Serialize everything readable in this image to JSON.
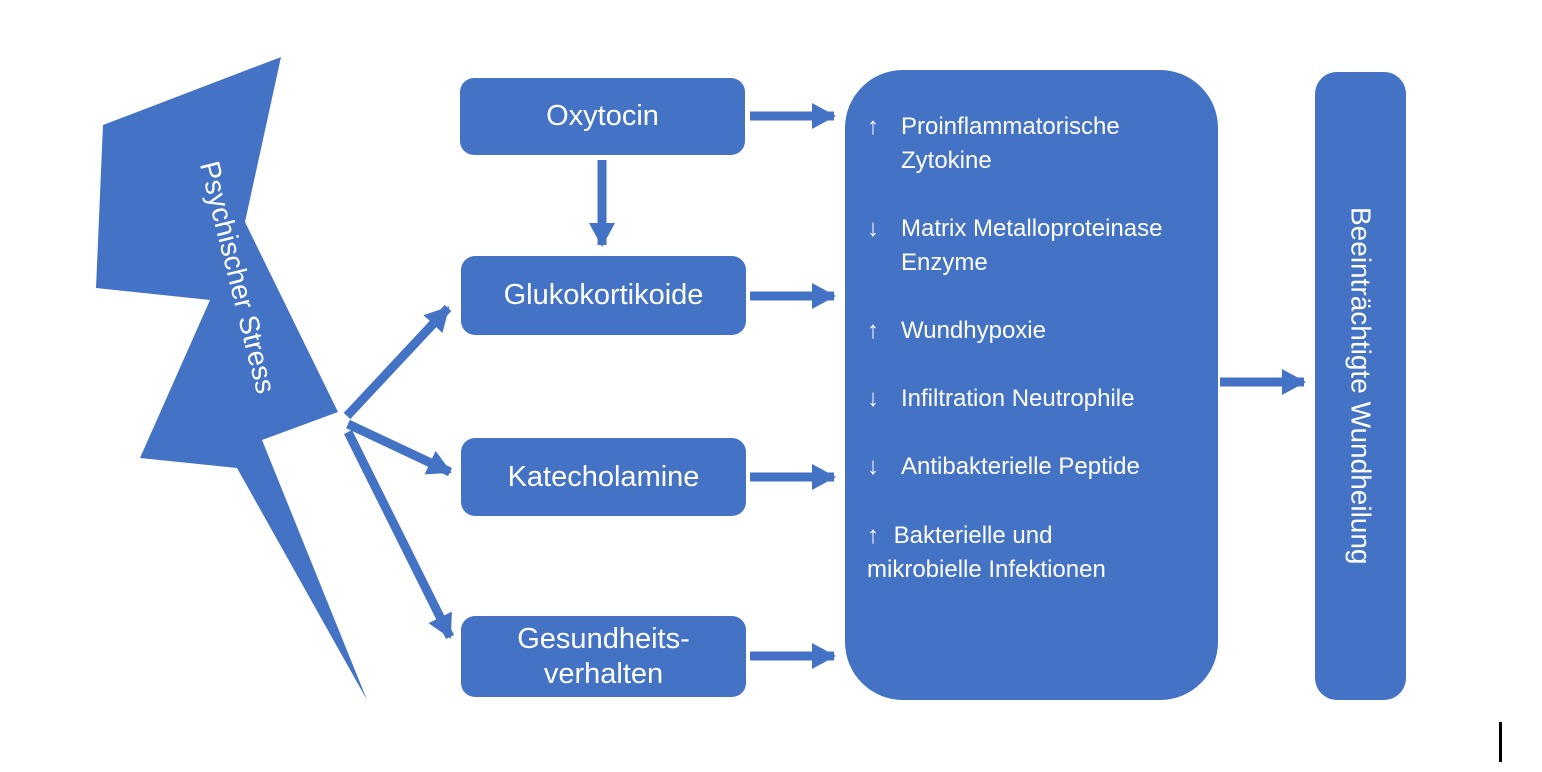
{
  "colors": {
    "primary": "#4472C4",
    "text_on_primary": "#FFFFFF",
    "background": "#FFFFFF"
  },
  "stress": {
    "label": "Psychischer Stress"
  },
  "mediators": [
    {
      "id": "oxytocin",
      "lines": [
        "Oxytocin"
      ]
    },
    {
      "id": "glukokortikoide",
      "lines": [
        "Glukokortikoide"
      ]
    },
    {
      "id": "katecholamine",
      "lines": [
        "Katecholamine"
      ]
    },
    {
      "id": "gesundheitsverhalten",
      "lines": [
        "Gesundheits-",
        "verhalten"
      ]
    }
  ],
  "effects": {
    "items": [
      {
        "arrow": "↑",
        "text": "Proinflammatorische Zytokine"
      },
      {
        "arrow": "↓",
        "text": "Matrix Metalloproteinase Enzyme"
      },
      {
        "arrow": "↑",
        "text": "Wundhypoxie"
      },
      {
        "arrow": "↓",
        "text": "Infiltration Neutrophile"
      },
      {
        "arrow": "↓",
        "text": "Antibakterielle Peptide"
      },
      {
        "arrow": "↑",
        "text": "Bakterielle und mikrobielle Infektionen"
      }
    ]
  },
  "outcome": {
    "label": "Beeinträchtigte Wundheilung"
  }
}
